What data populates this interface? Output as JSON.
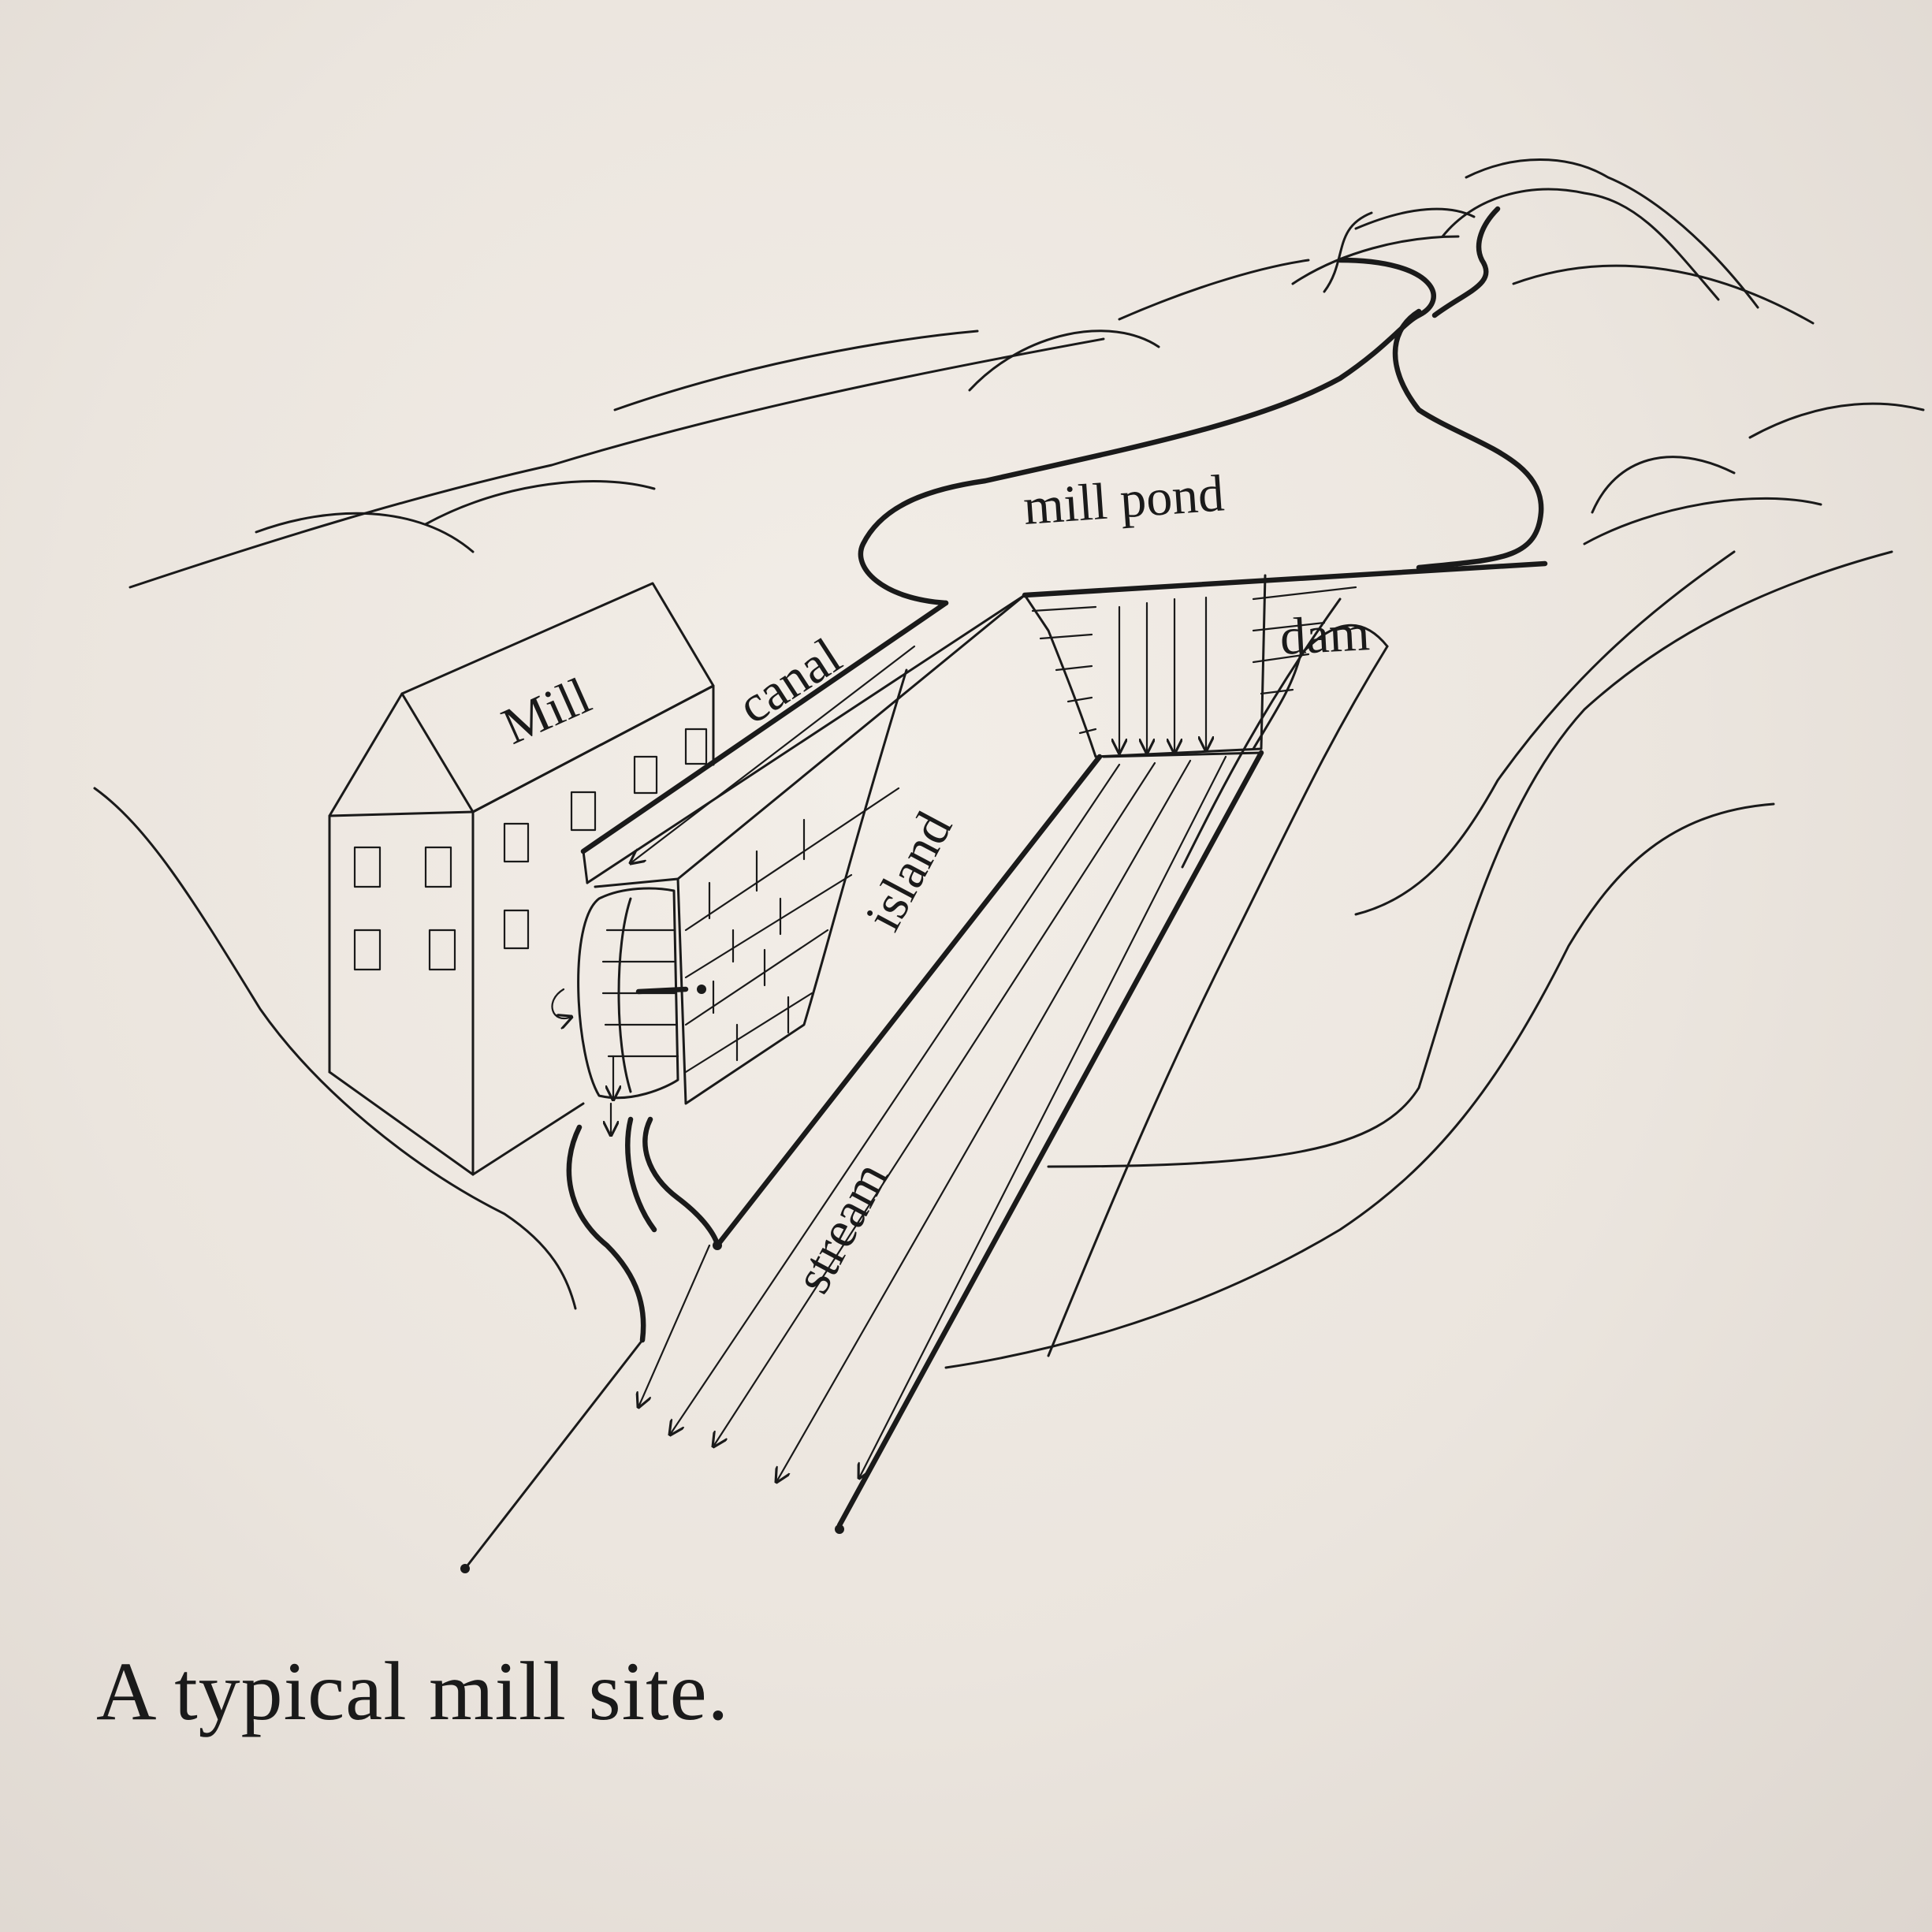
{
  "labels": {
    "mill": "Mill",
    "canal": "canal",
    "mill_pond": "mill pond",
    "dam": "dam",
    "island": "island",
    "stream": "stream"
  },
  "caption": "A typical mill site."
}
